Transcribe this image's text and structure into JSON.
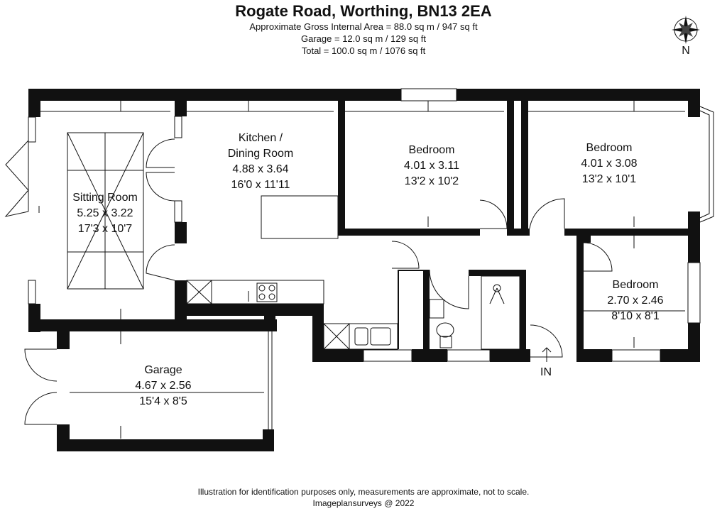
{
  "header": {
    "title": "Rogate Road, Worthing, BN13 2EA",
    "gross_area": "Approximate Gross Internal Area = 88.0 sq m / 947 sq ft",
    "garage_area": "Garage = 12.0 sq m / 129 sq ft",
    "total_area": "Total = 100.0 sq m / 1076 sq ft"
  },
  "compass": {
    "label": "N",
    "icon": "compass-rose-icon"
  },
  "rooms": {
    "sitting": {
      "name": "Sitting Room",
      "metric": "5.25 x 3.22",
      "imperial": "17'3 x 10'7"
    },
    "kitchen": {
      "name_line1": "Kitchen /",
      "name_line2": "Dining Room",
      "metric": "4.88 x 3.64",
      "imperial": "16'0 x 11'11"
    },
    "bedroom1": {
      "name": "Bedroom",
      "metric": "4.01 x 3.11",
      "imperial": "13'2 x 10'2"
    },
    "bedroom2": {
      "name": "Bedroom",
      "metric": "4.01 x 3.08",
      "imperial": "13'2 x 10'1"
    },
    "bedroom3": {
      "name": "Bedroom",
      "metric": "2.70 x 2.46",
      "imperial": "8'10 x 8'1"
    },
    "garage": {
      "name": "Garage",
      "metric": "4.67 x 2.56",
      "imperial": "15'4 x 8'5"
    }
  },
  "entrance_label": "IN",
  "footer": {
    "disclaimer": "Illustration for identification purposes only, measurements are approximate, not to scale.",
    "credit": "Imageplansurveys @ 2022"
  }
}
